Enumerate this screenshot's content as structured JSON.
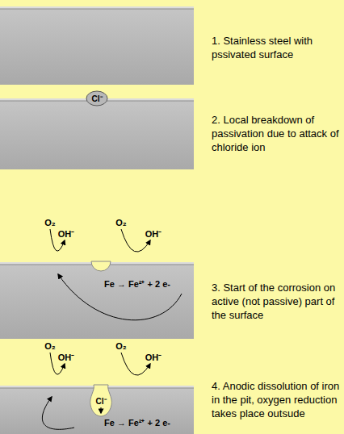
{
  "diagram": {
    "nodes": [
      {
        "text": [
          "Cl⁻"
        ]
      }
    ],
    "labels": [
      "1. Stainless steel with pssivated surface",
      "2. Local breakdown of passivation due to attack of chloride ion",
      "O₂",
      "OH⁻",
      "O₂",
      "OH⁻",
      "Fe → Fe²⁺ + 2 e-",
      "3. Start of the corrosion on active (not passive) part of the surface",
      "O₂",
      "OH⁻",
      "O₂",
      "OH⁻",
      "Cl⁻",
      "Fe → Fe²⁺ + 2 e-",
      "4. Anodic dissolution of iron in the pit, oxygen reduction takes place outsude"
    ]
  }
}
